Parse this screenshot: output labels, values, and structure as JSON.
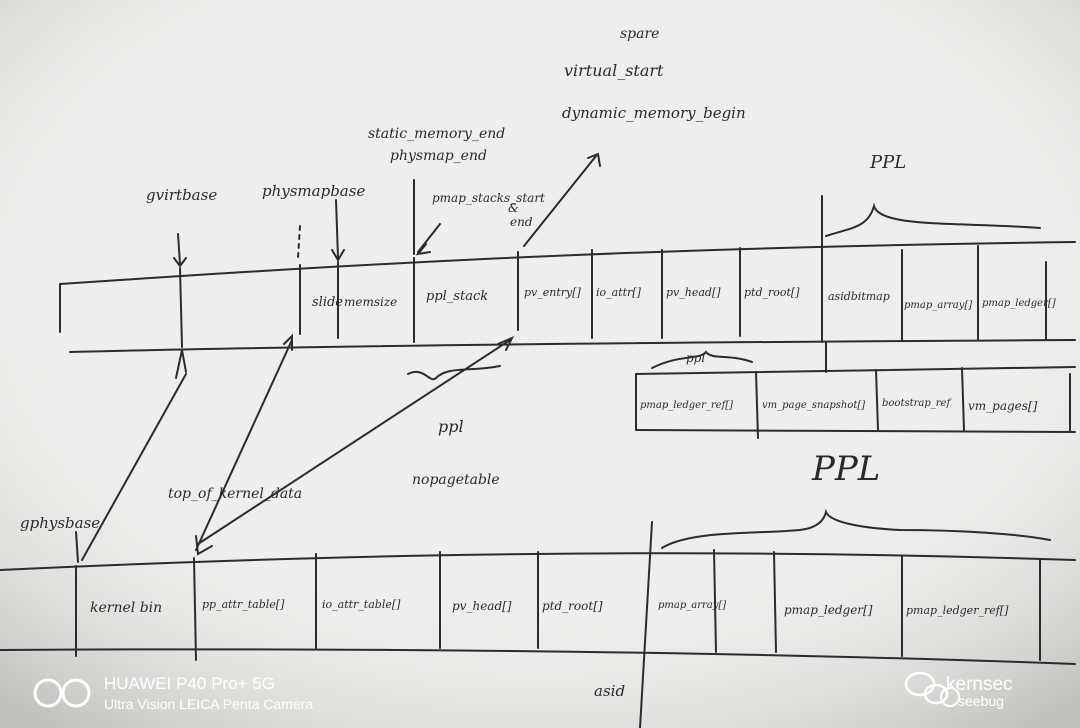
{
  "annotations": {
    "spare": "spare",
    "virtual_start": "virtual_start",
    "dynamic_memory_begin": "dynamic_memory_begin",
    "static_memory_end": "static_memory_end",
    "physmap_end": "physmap_end",
    "pmap_stacks_start": "pmap_stacks_start",
    "and": "&",
    "end": "end",
    "gvirtbase": "gvirtbase",
    "physmap_base": "physmapbase",
    "ppl_top_right": "PPL",
    "ppl_mid": "ppl",
    "ppl_small": "ppl",
    "ppl_large": "PPL",
    "nopagetable": "nopagetable",
    "top_of_kernel_data": "top_of_kernel_data",
    "gphysbase": "gphysbase",
    "asid": "asid"
  },
  "virtual_row": [
    "slide",
    "memsize",
    "ppl_stack",
    "pv_entry[]",
    "io_attr[]",
    "pv_head[]",
    "ptd_root[]",
    "asidbitmap",
    "pmap_array[]",
    "pmap_ledger[]"
  ],
  "ppl_row": [
    "pmap_ledger_ref[]",
    "vm_page_snapshot[]",
    "bootstrap_ref",
    "vm_pages[]"
  ],
  "physical_row": [
    "kernel bin",
    "pp_attr_table[]",
    "io_attr_table[]",
    "pv_head[]",
    "ptd_root[]",
    "pmap_array[]",
    "pmap_ledger[]",
    "pmap_ledger_ref[]"
  ],
  "watermark": {
    "camera_model": "HUAWEI P40 Pro+ 5G",
    "camera_lens": "Ultra Vision LEICA Penta Camera",
    "brand": "kernsec",
    "brand_sub": "seebug"
  }
}
